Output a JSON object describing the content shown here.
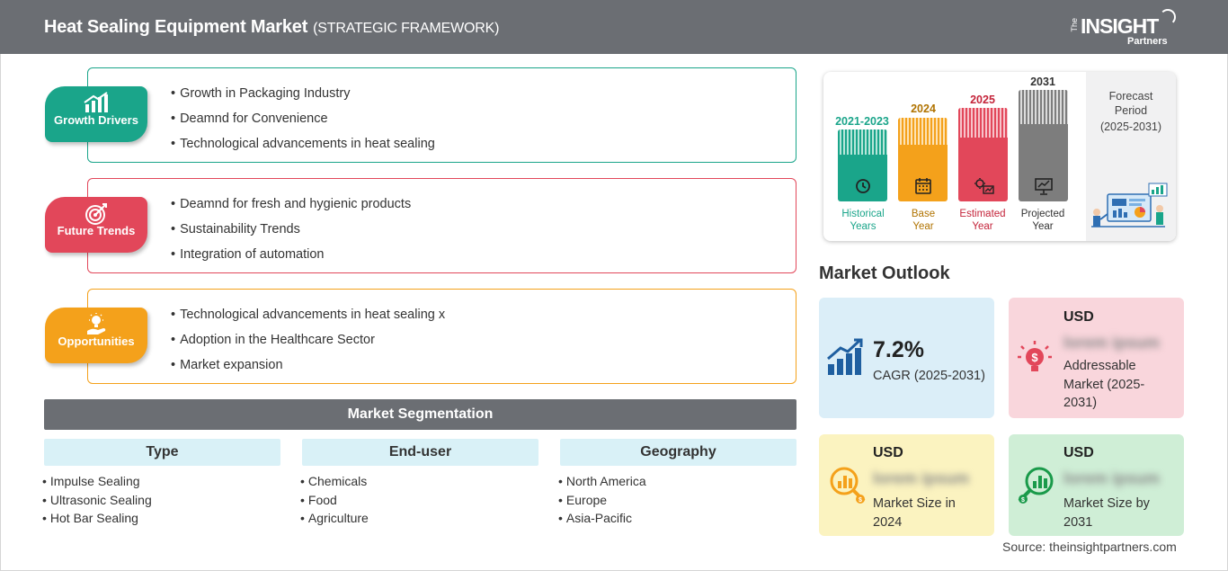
{
  "header": {
    "title": "Heat Sealing Equipment Market",
    "subtitle": "(STRATEGIC FRAMEWORK)",
    "logo": {
      "the": "The",
      "insight": "INSIGHT",
      "partners": "Partners"
    }
  },
  "sections": [
    {
      "label": "Growth Drivers",
      "icon": "growth-chart-icon",
      "color": "#1aa58a",
      "items": [
        "Growth in Packaging Industry",
        "Deamnd for Convenience",
        "Technological advancements in heat sealing"
      ]
    },
    {
      "label": "Future Trends",
      "icon": "target-icon",
      "color": "#e2475a",
      "items": [
        "Deamnd for fresh and hygienic products",
        "Sustainability Trends",
        "Integration of automation"
      ]
    },
    {
      "label": "Opportunities",
      "icon": "lightbulb-hand-icon",
      "color": "#f4a11b",
      "items": [
        "Technological advancements in heat sealing x",
        "Adoption in the Healthcare Sector",
        "Market expansion"
      ]
    }
  ],
  "segmentation": {
    "title": "Market Segmentation",
    "columns": [
      {
        "title": "Type",
        "items": [
          "Impulse Sealing",
          "Ultrasonic Sealing",
          "Hot Bar Sealing"
        ]
      },
      {
        "title": "End-user",
        "items": [
          "Chemicals",
          "Food",
          "Agriculture"
        ]
      },
      {
        "title": "Geography",
        "items": [
          "North America",
          "Europe",
          "Asia-Pacific"
        ]
      }
    ]
  },
  "timeline": {
    "periods": [
      {
        "year": "2021-2023",
        "label_1": "Historical",
        "label_2": "Years",
        "color": "#1aa58a",
        "icon": "history-icon"
      },
      {
        "year": "2024",
        "label_1": "Base",
        "label_2": "Year",
        "color": "#f4a11b",
        "icon": "calendar-icon"
      },
      {
        "year": "2025",
        "label_1": "Estimated",
        "label_2": "Year",
        "color": "#e2475a",
        "icon": "gear-chart-icon"
      },
      {
        "year": "2031",
        "label_1": "Projected",
        "label_2": "Year",
        "color": "#7d7d7d",
        "icon": "presentation-icon"
      }
    ],
    "forecast_1": "Forecast",
    "forecast_2": "Period",
    "forecast_3": "(2025-2031)"
  },
  "outlook": {
    "title": "Market Outlook",
    "cagr": {
      "value": "7.2%",
      "label": "CAGR (2025-2031)",
      "color": "#dbeef8"
    },
    "addressable": {
      "usd": "USD",
      "blurred": "lorem ipsum",
      "label_1": "Addressable",
      "label_2": "Market (2025-",
      "label_3": "2031)",
      "color": "#f9d6dc"
    },
    "size_2024": {
      "usd": "USD",
      "blurred": "lorem ipsum",
      "label_1": "Market Size in",
      "label_2": "2024",
      "color": "#fbf3c0"
    },
    "size_2031": {
      "usd": "USD",
      "blurred": "lorem ipsum",
      "label_1": "Market Size by",
      "label_2": "2031",
      "color": "#cfeed6"
    }
  },
  "source": "Source: theinsightpartners.com"
}
